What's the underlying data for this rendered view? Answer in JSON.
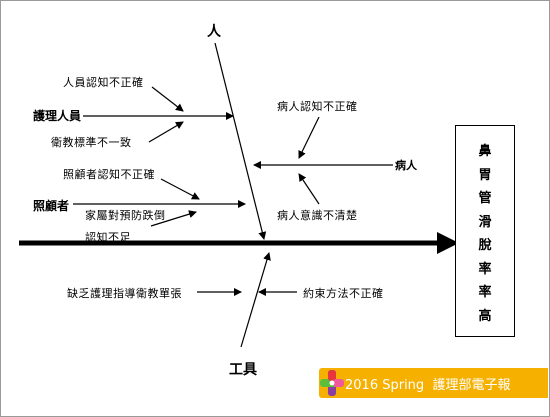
{
  "categories": {
    "people": "人",
    "nurse": "護理人員",
    "caregiver": "照顧者",
    "patient": "病人",
    "tools": "工具"
  },
  "causes": {
    "nurse_wrong_knowledge": "人員認知不正確",
    "health_ed_inconsistent": "衛教標準不一致",
    "caregiver_wrong_knowledge": "照顧者認知不正確",
    "family_fall_prevention": "家屬對預防跌倒",
    "knowledge_insufficient": "認知不足",
    "patient_wrong_knowledge": "病人認知不正確",
    "patient_unclear_consciousness": "病人意識不清楚",
    "lack_of_guidance_sheet": "缺乏護理指導衛教單張",
    "restraint_incorrect": "約束方法不正確"
  },
  "effect": [
    "鼻",
    "胃",
    "管",
    "滑",
    "脫",
    "率",
    "率",
    "高"
  ],
  "footer": {
    "season": "2016 Spring",
    "publication": "護理部電子報"
  },
  "colors": {
    "footer_bg": "#f5b000",
    "logo_red": "#e8363d",
    "logo_green": "#5bbf3a",
    "logo_purple": "#8a3ea3",
    "logo_pink": "#f05a9b"
  }
}
